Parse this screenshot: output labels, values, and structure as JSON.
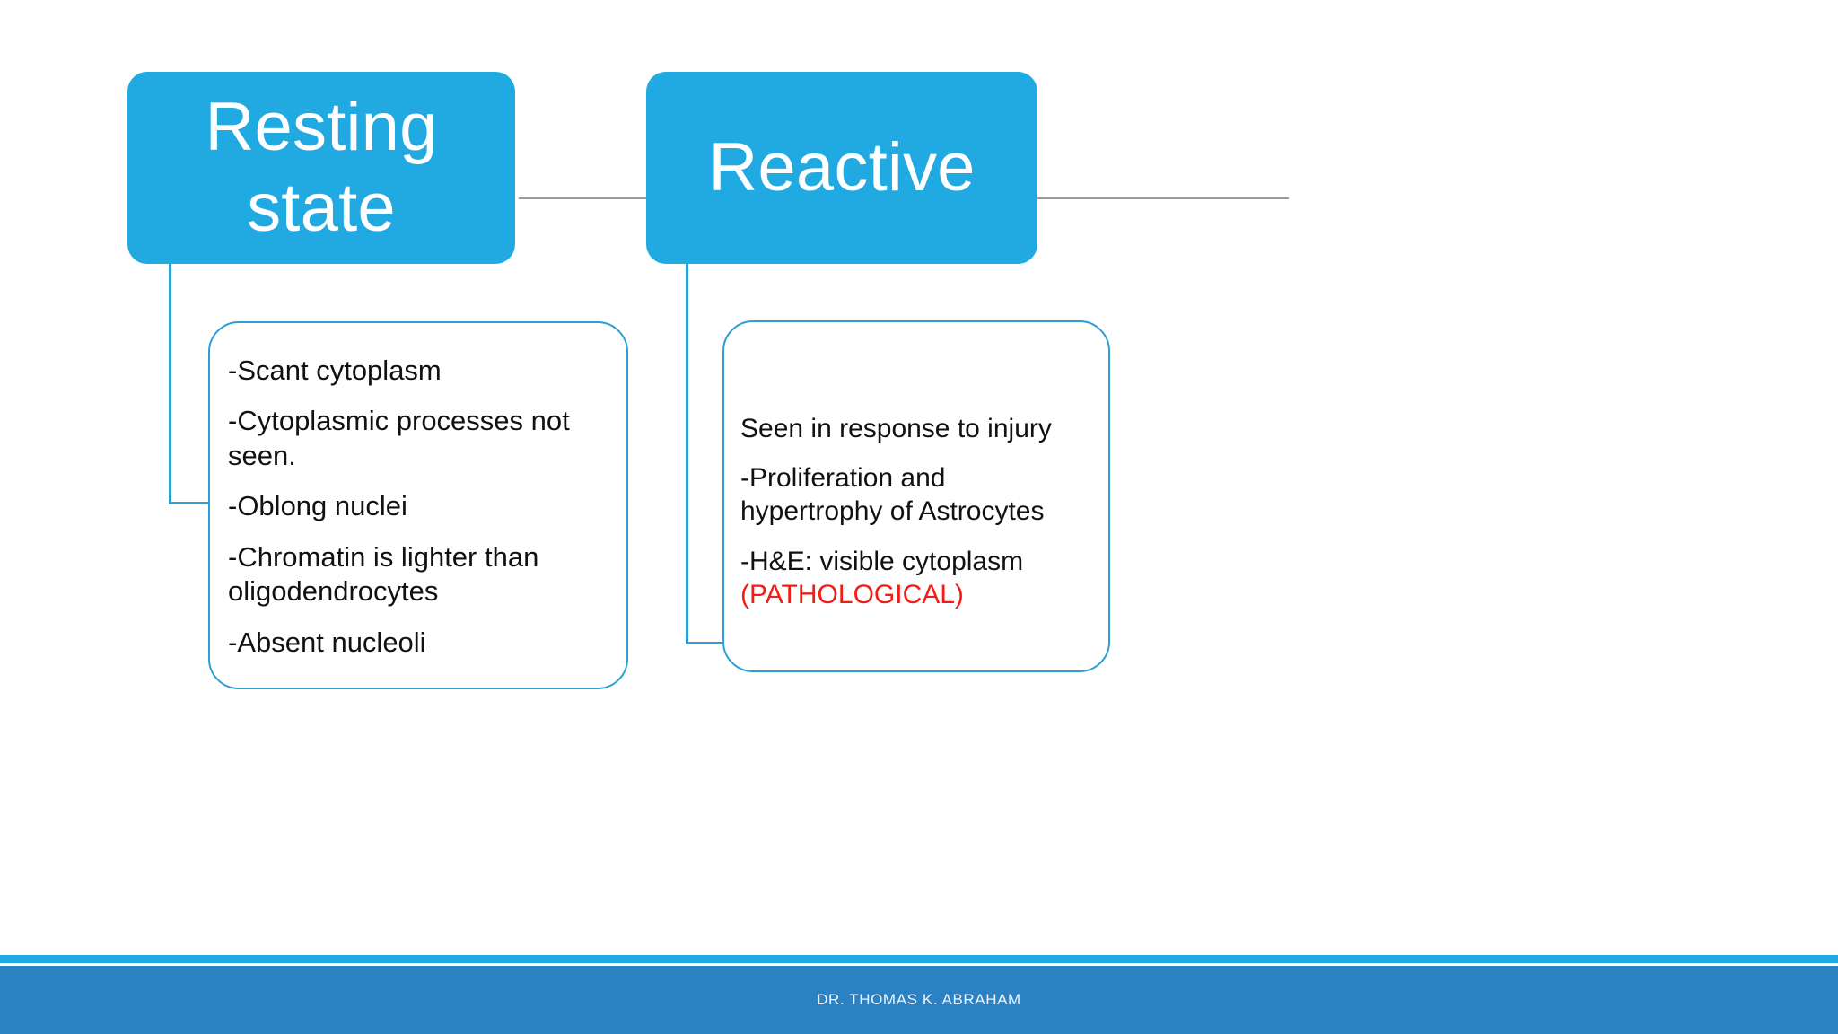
{
  "slide": {
    "background_color": "#ffffff",
    "accent_color": "#21a9e1",
    "outline_color": "#2c9fd4",
    "rule_color": "#9a9a9a",
    "alert_color": "#f31b14"
  },
  "categories": [
    {
      "id": "resting",
      "label": "Resting state"
    },
    {
      "id": "reactive",
      "label": "Reactive"
    }
  ],
  "details": {
    "resting": [
      "-Scant cytoplasm",
      "-Cytoplasmic processes not seen.",
      "-Oblong nuclei",
      "-Chromatin is lighter than oligodendrocytes",
      "-Absent nucleoli"
    ],
    "reactive": {
      "items": [
        "Seen in response to injury",
        "-Proliferation and hypertrophy of Astrocytes"
      ],
      "stain_line_prefix": "-H&E: visible cytoplasm",
      "stain_line_emphasis": "(PATHOLOGICAL)"
    }
  },
  "footer": {
    "author": "DR. THOMAS K. ABRAHAM",
    "accent_color": "#1fa9e0",
    "bar_color": "#2a81c4"
  }
}
